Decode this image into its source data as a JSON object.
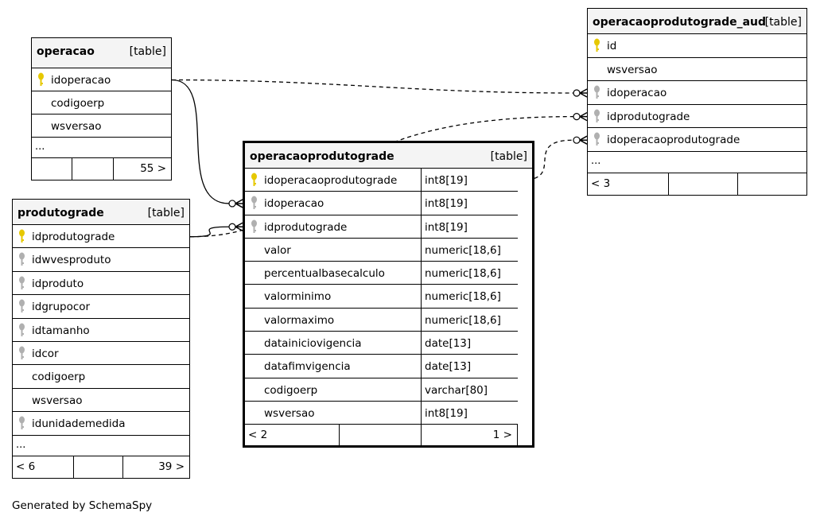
{
  "tables": {
    "operacao": {
      "name": "operacao",
      "kind": "[table]",
      "columns": [
        {
          "name": "idoperacao",
          "key": "primary"
        },
        {
          "name": "codigoerp",
          "key": "none"
        },
        {
          "name": "wsversao",
          "key": "none"
        }
      ],
      "ellipsis": "...",
      "footer": {
        "left": "",
        "right": "55 >"
      }
    },
    "produtograde": {
      "name": "produtograde",
      "kind": "[table]",
      "columns": [
        {
          "name": "idprodutograde",
          "key": "primary"
        },
        {
          "name": "idwvesproduto",
          "key": "foreign"
        },
        {
          "name": "idproduto",
          "key": "foreign"
        },
        {
          "name": "idgrupocor",
          "key": "foreign"
        },
        {
          "name": "idtamanho",
          "key": "foreign"
        },
        {
          "name": "idcor",
          "key": "foreign"
        },
        {
          "name": "codigoerp",
          "key": "none"
        },
        {
          "name": "wsversao",
          "key": "none"
        },
        {
          "name": "idunidademedida",
          "key": "foreign"
        }
      ],
      "ellipsis": "...",
      "footer": {
        "left": "< 6",
        "right": "39 >"
      }
    },
    "operacaoprodutograde": {
      "name": "operacaoprodutograde",
      "kind": "[table]",
      "columns": [
        {
          "name": "idoperacaoprodutograde",
          "type": "int8[19]",
          "key": "primary"
        },
        {
          "name": "idoperacao",
          "type": "int8[19]",
          "key": "foreign"
        },
        {
          "name": "idprodutograde",
          "type": "int8[19]",
          "key": "foreign"
        },
        {
          "name": "valor",
          "type": "numeric[18,6]",
          "key": "none"
        },
        {
          "name": "percentualbasecalculo",
          "type": "numeric[18,6]",
          "key": "none"
        },
        {
          "name": "valorminimo",
          "type": "numeric[18,6]",
          "key": "none"
        },
        {
          "name": "valormaximo",
          "type": "numeric[18,6]",
          "key": "none"
        },
        {
          "name": "datainiciovigencia",
          "type": "date[13]",
          "key": "none"
        },
        {
          "name": "datafimvigencia",
          "type": "date[13]",
          "key": "none"
        },
        {
          "name": "codigoerp",
          "type": "varchar[80]",
          "key": "none"
        },
        {
          "name": "wsversao",
          "type": "int8[19]",
          "key": "none"
        }
      ],
      "footer": {
        "left": "< 2",
        "right": "1 >"
      }
    },
    "operacaoprodutograde_aud": {
      "name": "operacaoprodutograde_aud",
      "kind": "[table]",
      "columns": [
        {
          "name": "id",
          "key": "primary"
        },
        {
          "name": "wsversao",
          "key": "none"
        },
        {
          "name": "idoperacao",
          "key": "foreign"
        },
        {
          "name": "idprodutograde",
          "key": "foreign"
        },
        {
          "name": "idoperacaoprodutograde",
          "key": "foreign"
        }
      ],
      "ellipsis": "...",
      "footer": {
        "left": "< 3",
        "right": ""
      }
    }
  },
  "relationships": [
    {
      "from": "operacao.idoperacao",
      "to": "operacaoprodutograde.idoperacao",
      "style": "solid"
    },
    {
      "from": "produtograde.idprodutograde",
      "to": "operacaoprodutograde.idprodutograde",
      "style": "solid"
    },
    {
      "from": "operacao.idoperacao",
      "to": "operacaoprodutograde_aud.idoperacao",
      "style": "dashed"
    },
    {
      "from": "produtograde.idprodutograde",
      "to": "operacaoprodutograde_aud.idprodutograde",
      "style": "dashed"
    },
    {
      "from": "operacaoprodutograde.idoperacaoprodutograde",
      "to": "operacaoprodutograde_aud.idoperacaoprodutograde",
      "style": "dashed"
    }
  ],
  "colors": {
    "primary_key": "#e6c800",
    "foreign_key": "#b0b0b0",
    "header_bg": "#f4f4f4",
    "line": "#000000"
  },
  "footer_text": "Generated by SchemaSpy"
}
